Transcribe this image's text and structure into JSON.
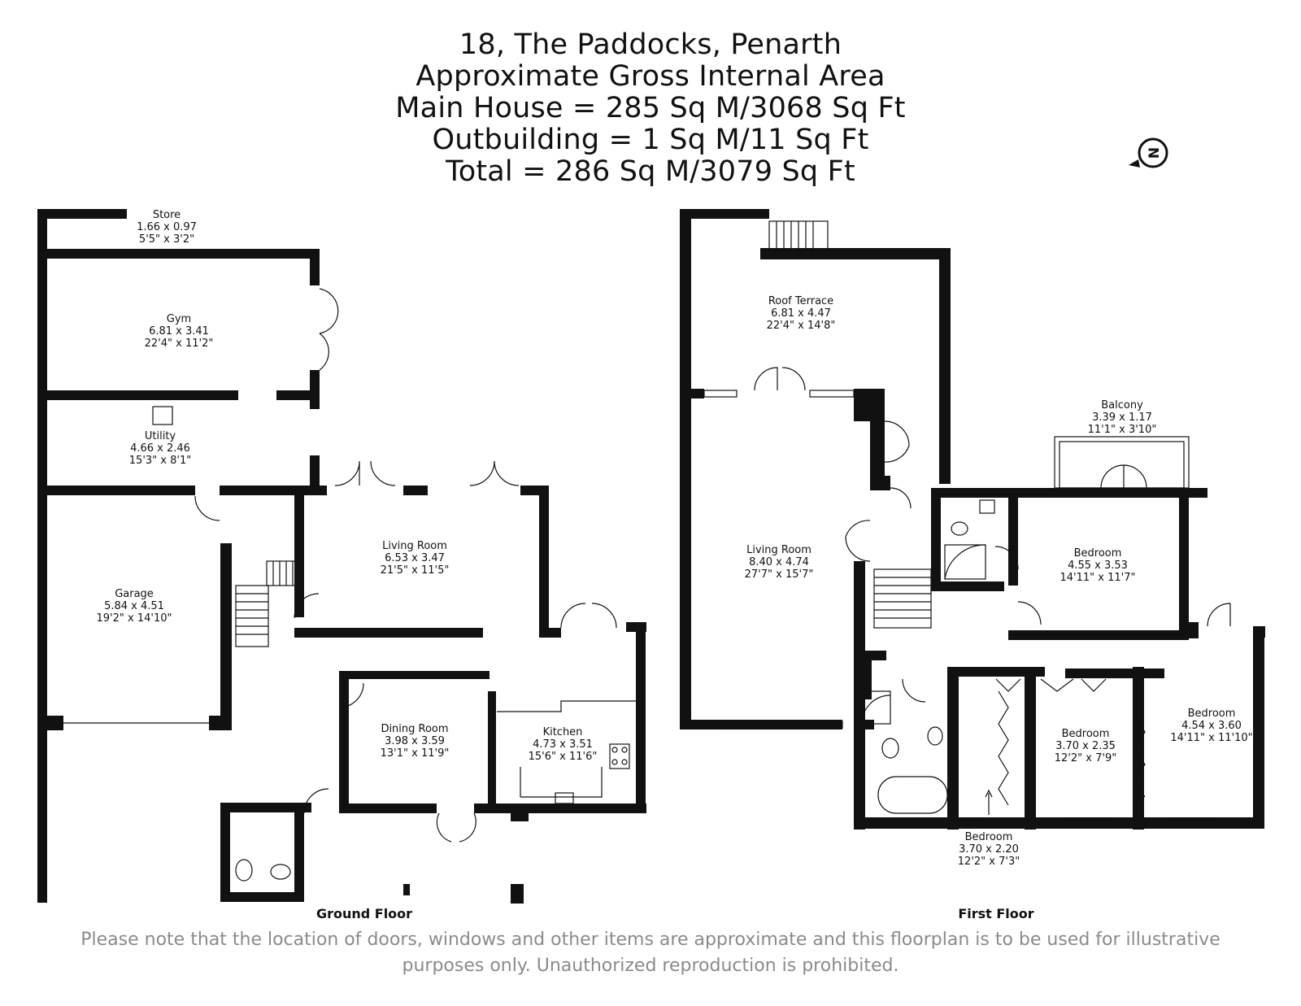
{
  "header": {
    "address": "18, The Paddocks, Penarth",
    "subtitle": "Approximate Gross Internal Area",
    "main_house": "Main House = 285 Sq M/3068 Sq Ft",
    "outbuilding": "Outbuilding = 1 Sq M/11 Sq Ft",
    "total": "Total = 286 Sq M/3079 Sq Ft"
  },
  "compass": {
    "letter": "N"
  },
  "ground_floor": {
    "label": "Ground Floor",
    "rooms": {
      "store": {
        "name": "Store",
        "metric": "1.66 x 0.97",
        "imperial": "5'5\" x 3'2\""
      },
      "gym": {
        "name": "Gym",
        "metric": "6.81 x 3.41",
        "imperial": "22'4\" x 11'2\""
      },
      "utility": {
        "name": "Utility",
        "metric": "4.66 x 2.46",
        "imperial": "15'3\" x 8'1\""
      },
      "garage": {
        "name": "Garage",
        "metric": "5.84 x 4.51",
        "imperial": "19'2\" x 14'10\""
      },
      "living": {
        "name": "Living Room",
        "metric": "6.53 x 3.47",
        "imperial": "21'5\" x 11'5\""
      },
      "dining": {
        "name": "Dining Room",
        "metric": "3.98 x 3.59",
        "imperial": "13'1\" x 11'9\""
      },
      "kitchen": {
        "name": "Kitchen",
        "metric": "4.73 x 3.51",
        "imperial": "15'6\" x 11'6\""
      }
    }
  },
  "first_floor": {
    "label": "First Floor",
    "rooms": {
      "roof_terrace": {
        "name": "Roof Terrace",
        "metric": "6.81 x 4.47",
        "imperial": "22'4\" x 14'8\""
      },
      "living": {
        "name": "Living Room",
        "metric": "8.40 x 4.74",
        "imperial": "27'7\" x 15'7\""
      },
      "balcony": {
        "name": "Balcony",
        "metric": "3.39 x 1.17",
        "imperial": "11'1\" x 3'10\""
      },
      "bedroom_a": {
        "name": "Bedroom",
        "metric": "4.55 x 3.53",
        "imperial": "14'11\" x 11'7\""
      },
      "bedroom_b": {
        "name": "Bedroom",
        "metric": "3.70 x 2.35",
        "imperial": "12'2\" x 7'9\""
      },
      "bedroom_c": {
        "name": "Bedroom",
        "metric": "4.54 x 3.60",
        "imperial": "14'11\" x 11'10\""
      },
      "bedroom_d": {
        "name": "Bedroom",
        "metric": "3.70 x 2.20",
        "imperial": "12'2\" x 7'3\""
      }
    }
  },
  "disclaimer": {
    "line1": "Please note that the location of doors, windows and other items are approximate and this floorplan is to be used for illustrative",
    "line2": "purposes only. Unauthorized reproduction is prohibited."
  }
}
